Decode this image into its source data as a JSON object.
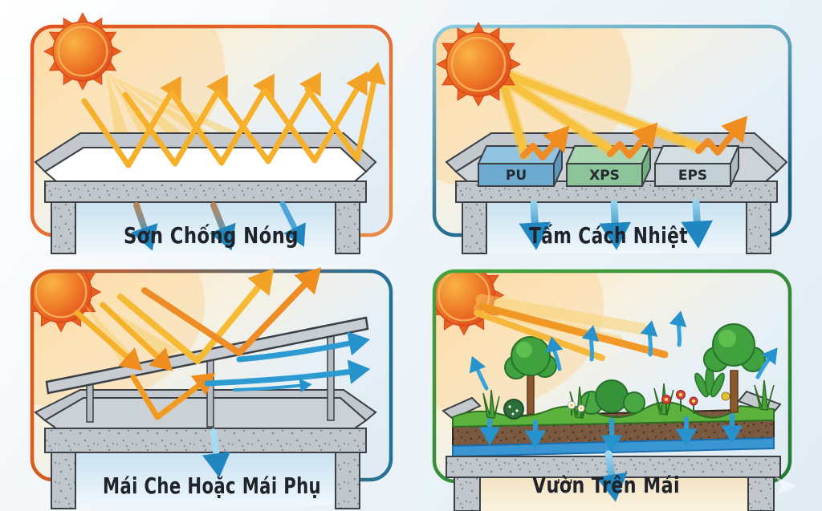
{
  "panels": [
    {
      "id": "heat-reflective-paint",
      "label": "Sơn Chống Nóng"
    },
    {
      "id": "insulation-boards",
      "label": "Tấm Cách Nhiệt",
      "boards": [
        "PU",
        "XPS",
        "EPS"
      ]
    },
    {
      "id": "canopy-roof",
      "label": "Mái Che Hoặc Mái Phụ"
    },
    {
      "id": "rooftop-garden",
      "label": "Vườn Trên Mái"
    }
  ],
  "colors": {
    "border_paint": [
      "#e0521c",
      "#e98a45"
    ],
    "border_insulation": [
      "#8ccadd",
      "#176083"
    ],
    "border_canopy": [
      "#d95b1e",
      "#20719a"
    ],
    "border_garden": [
      "#46a33c",
      "#237a33"
    ],
    "sun_core": "#e04a1a",
    "sun_spikes": "#e8611f",
    "ray_yellow": "#f6b02a",
    "ray_orange": "#ef8d1f",
    "cool_arrow_blue": "#2693cc",
    "concrete_gray": "#bfc4c9",
    "soil_brown": "#7b5940",
    "foliage_green": "#3fa23e",
    "board_pu": "#6ea9cf",
    "board_xps": "#8cc49a",
    "board_eps": "#c2d0d6"
  }
}
